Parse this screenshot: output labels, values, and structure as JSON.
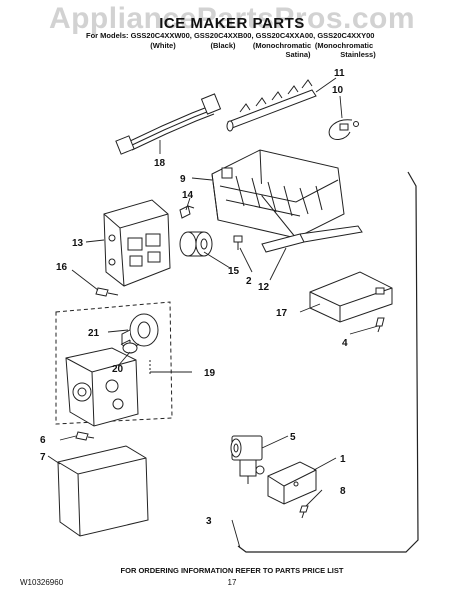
{
  "watermark": "AppliancePartsPros.com",
  "title": "ICE MAKER PARTS",
  "models_line": "For Models: GSS20C4XXW00, GSS20C4XXB00, GSS20C4XXA00, GSS20C4XXY00",
  "variants": [
    "(White)",
    "(Black)",
    "(Monochromatic",
    "Satina)",
    "(Monochromatic",
    "Stainless)"
  ],
  "callouts": {
    "c1": "1",
    "c2": "2",
    "c3": "3",
    "c4": "4",
    "c5": "5",
    "c6": "6",
    "c7": "7",
    "c8": "8",
    "c9": "9",
    "c10": "10",
    "c11": "11",
    "c12": "12",
    "c13": "13",
    "c14": "14",
    "c15": "15",
    "c16": "16",
    "c17": "17",
    "c18": "18",
    "c19": "19",
    "c20": "20",
    "c21": "21"
  },
  "footer": "FOR ORDERING INFORMATION REFER TO PARTS PRICE LIST",
  "doc_id": "W10326960",
  "page_number": "17"
}
